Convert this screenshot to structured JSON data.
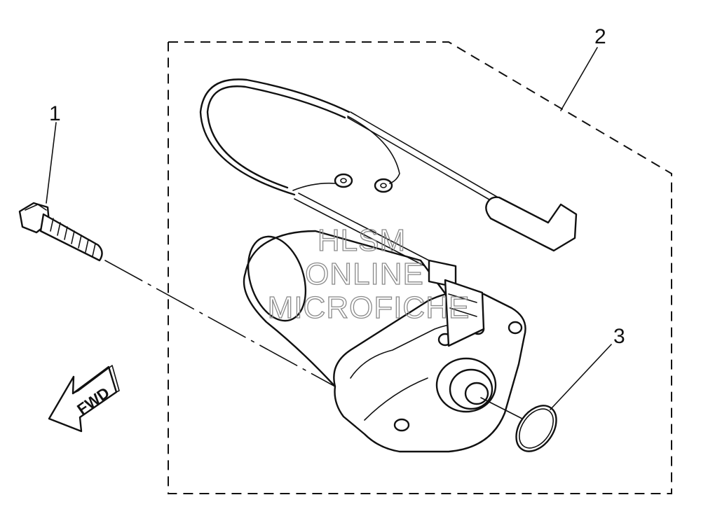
{
  "callouts": [
    {
      "id": "1",
      "label": "1"
    },
    {
      "id": "2",
      "label": "2"
    },
    {
      "id": "3",
      "label": "3"
    }
  ],
  "fwd_label": "FWD",
  "watermark": {
    "line1": "HLSM",
    "line2": "ONLINE",
    "line3": "MICROFICHE"
  }
}
